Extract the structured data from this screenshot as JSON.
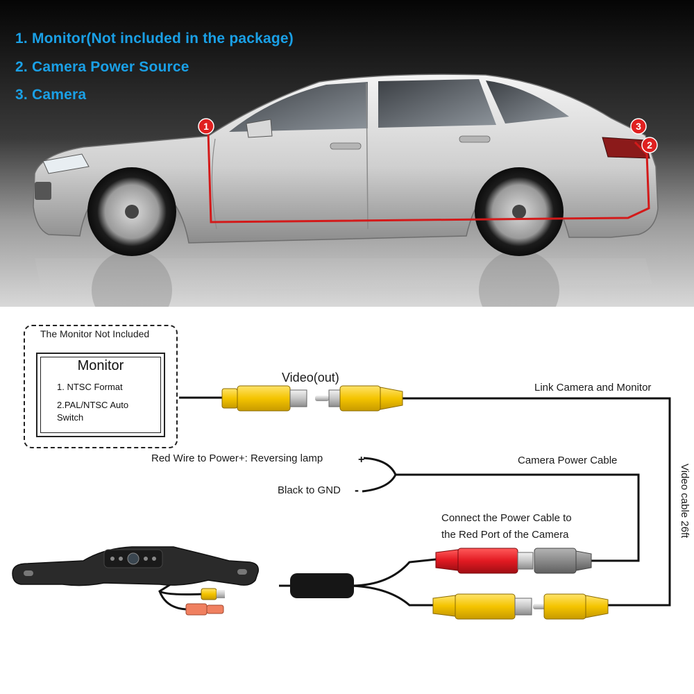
{
  "legend": {
    "item1": "1. Monitor(Not included in the package)",
    "item2": "2. Camera Power Source",
    "item3": "3. Camera"
  },
  "car_markers": [
    "1",
    "3",
    "2"
  ],
  "diagram": {
    "monitor_group_label": "The Monitor Not Included",
    "monitor_title": "Monitor",
    "monitor_spec1": "1. NTSC Format",
    "monitor_spec2a": "2.PAL/NTSC Auto",
    "monitor_spec2b": "Switch",
    "video_out": "Video(out)",
    "link_label": "Link Camera and Monitor",
    "red_wire": "Red Wire to Power+: Reversing lamp",
    "plus": "+",
    "black_wire": "Black to GND",
    "minus": "-",
    "power_cable": "Camera Power Cable",
    "connect_line1": "Connect the Power Cable to",
    "connect_line2": "the Red Port of the Camera",
    "video_cable": "Video cable 26ft"
  },
  "colors": {
    "legend_text": "#1aa0e6",
    "marker_red": "#e02020",
    "rca_yellow": "#f4c400",
    "rca_red": "#e21a22",
    "wire_black": "#111111",
    "plug_gray": "#8a8a8a"
  }
}
